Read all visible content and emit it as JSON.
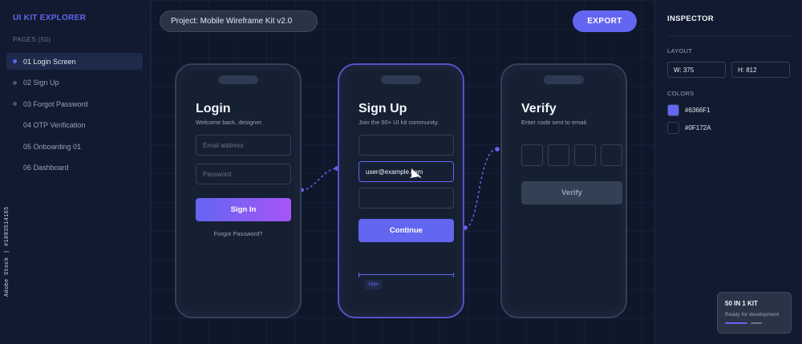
{
  "sidebar": {
    "brand": "UI KIT EXPLORER",
    "pages_label": "PAGES (50)",
    "pages": [
      {
        "label": "01 Login Screen"
      },
      {
        "label": "02 Sign Up"
      },
      {
        "label": "03 Forgot Password"
      },
      {
        "label": "04 OTP Verification"
      },
      {
        "label": "05 Onboarding 01"
      },
      {
        "label": "06 Dashboard"
      }
    ],
    "stock_id": "Adobe Stock | #1893514165"
  },
  "toolbar": {
    "project": "Project: Mobile Wireframe Kit v2.0",
    "export_label": "EXPORT"
  },
  "screens": {
    "login": {
      "title": "Login",
      "subtitle": "Welcome back, designer.",
      "email_placeholder": "Email address",
      "password_placeholder": "Password",
      "button": "Sign In",
      "link": "Forgot Password?"
    },
    "signup": {
      "title": "Sign Up",
      "subtitle": "Join the 50+ UI kit community.",
      "email_value": "user@example.com",
      "button": "Continue",
      "measure": "16px"
    },
    "verify": {
      "title": "Verify",
      "subtitle": "Enter code sent to email.",
      "button": "Verify"
    }
  },
  "inspector": {
    "title": "INSPECTOR",
    "layout_label": "LAYOUT",
    "width": "W: 375",
    "height": "H: 812",
    "colors_label": "COLORS",
    "colors": [
      "#6366F1",
      "#0F172A"
    ]
  },
  "badge": {
    "title": "50 IN 1 KIT",
    "subtitle": "Ready for development"
  },
  "theme": {
    "accent": "#6366F1",
    "background": "#0F172A"
  }
}
